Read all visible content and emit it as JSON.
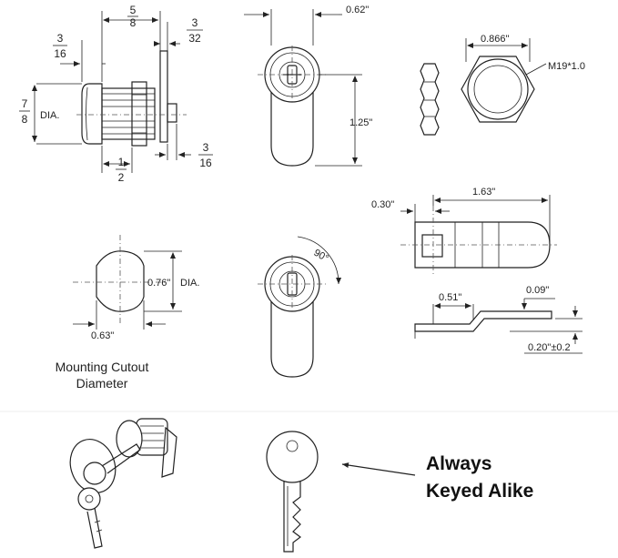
{
  "side_view": {
    "width_num": "5",
    "width_den": "8",
    "gap_num": "3",
    "gap_den": "32",
    "head_num": "3",
    "head_den": "16",
    "dia_num": "7",
    "dia_den": "8",
    "dia_suffix": "DIA.",
    "half_num": "1",
    "half_den": "2",
    "tail_num": "3",
    "tail_den": "16"
  },
  "front_view": {
    "width": "0.62\"",
    "length": "1.25\""
  },
  "nut_view": {
    "width": "0.866\"",
    "thread": "M19*1.0"
  },
  "cam_view": {
    "offset": "0.30\"",
    "length": "1.63\"",
    "pitch": "0.51\"",
    "thickness": "0.09\"",
    "drop": "0.20\"±0.2"
  },
  "cutout": {
    "dia": "0.76\"",
    "dia_suffix": "DIA.",
    "width": "0.63\"",
    "caption_line1": "Mounting Cutout",
    "caption_line2": "Diameter"
  },
  "rotation": {
    "angle": "90°"
  },
  "keys": {
    "callout_line1": "Always",
    "callout_line2": "Keyed Alike"
  }
}
